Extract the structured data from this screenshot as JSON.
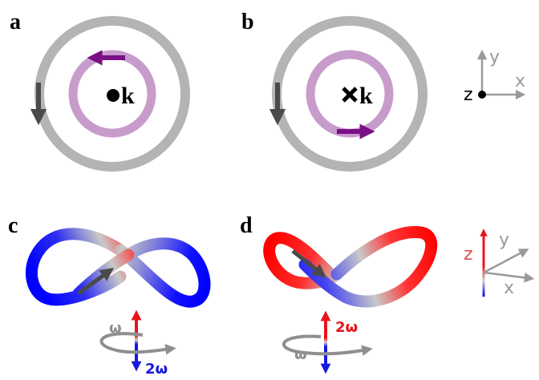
{
  "panels": {
    "a": {
      "label": "a",
      "wavevector_label": "k",
      "wavevector_marker": "dot-icon (out of plane)"
    },
    "b": {
      "label": "b",
      "wavevector_label": "k",
      "wavevector_marker": "cross-icon (into plane)"
    },
    "c": {
      "label": "c",
      "omega_label": "ω",
      "two_omega_label": "2ω"
    },
    "d": {
      "label": "d",
      "omega_label": "ω",
      "two_omega_label": "2ω"
    }
  },
  "axes_top": {
    "x": "x",
    "y": "y",
    "z": "z"
  },
  "axes_bottom": {
    "x": "x",
    "y": "y",
    "z": "z"
  },
  "colors": {
    "outer_ring": "#b4b4b4",
    "inner_ring": "#c79ccb",
    "inner_arrow": "#7b0f86",
    "dark_arrow": "#4a4a4a",
    "axis_gray": "#9a9a9a",
    "red": "#e8141b",
    "blue": "#1818e0",
    "z_label_red": "#d9534f"
  }
}
